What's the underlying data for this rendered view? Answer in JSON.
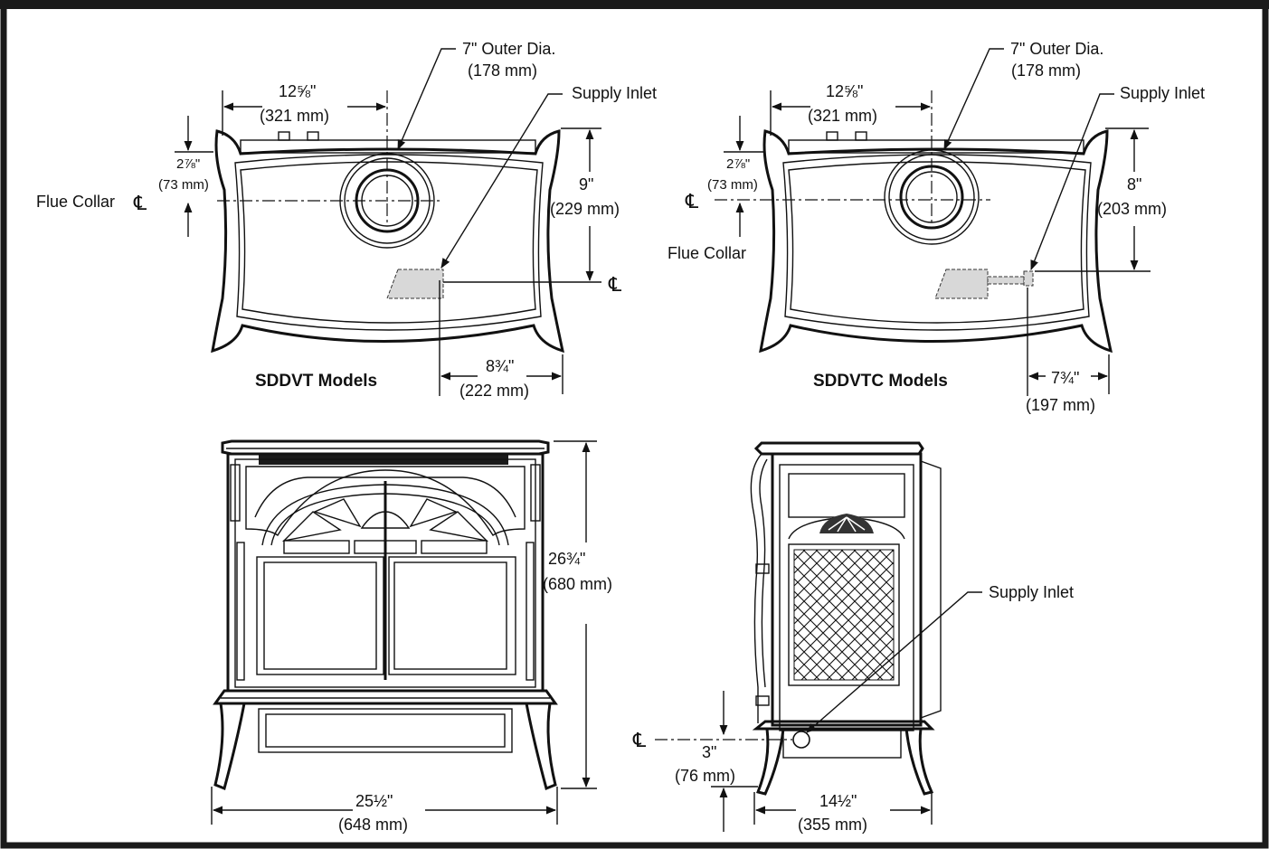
{
  "top_left": {
    "title": "SDDVT Models",
    "flue_dia": "7\" Outer Dia.",
    "flue_dia_mm": "(178 mm)",
    "supply": "Supply Inlet",
    "width": "12⅝\"",
    "width_mm": "(321 mm)",
    "offset": "2⅞\"",
    "offset_mm": "(73 mm)",
    "flue_collar": "Flue Collar",
    "height": "9\"",
    "height_mm": "(229 mm)",
    "side": "8¾\"",
    "side_mm": "(222 mm)",
    "cl_symbol": "℄"
  },
  "top_right": {
    "title": "SDDVTC Models",
    "flue_dia": "7\" Outer Dia.",
    "flue_dia_mm": "(178 mm)",
    "supply": "Supply Inlet",
    "width": "12⅝\"",
    "width_mm": "(321 mm)",
    "offset": "2⅞\"",
    "offset_mm": "(73 mm)",
    "flue_collar": "Flue Collar",
    "height": "8\"",
    "height_mm": "(203 mm)",
    "side": "7¾\"",
    "side_mm": "(197 mm)",
    "cl_symbol": "℄"
  },
  "front": {
    "height": "26¾\"",
    "height_mm": "(680 mm)",
    "width": "25½\"",
    "width_mm": "(648 mm)"
  },
  "side_view": {
    "supply": "Supply Inlet",
    "height": "3\"",
    "height_mm": "(76 mm)",
    "depth": "14½\"",
    "depth_mm": "(355 mm)",
    "cl_symbol": "℄"
  }
}
